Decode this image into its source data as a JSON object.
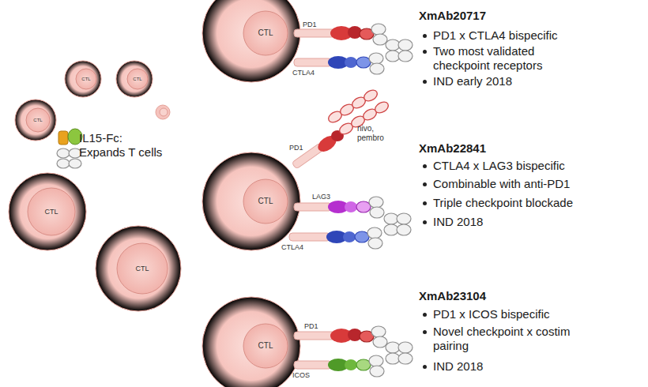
{
  "diagram": {
    "nodes": [
      {
        "text": [
          "CTL"
        ]
      },
      {
        "text": [
          "CTL"
        ]
      },
      {
        "text": [
          "CTL"
        ]
      },
      {
        "text": [
          "CTL"
        ]
      },
      {
        "text": [
          "CTL"
        ]
      },
      {
        "text": [
          "CTL"
        ]
      },
      {
        "text": [
          "CTL"
        ]
      },
      {
        "text": [
          "CTL"
        ]
      }
    ],
    "labels": [
      "PD1",
      "XmAb20717",
      "PD1 x CTLA4 bispecific",
      "Two most validated checkpoint receptors",
      "IND early 2018",
      "CTLA4",
      "IL15-Fc: Expands T cells",
      "nivo, pembro",
      "PD1",
      "XmAb22841",
      "CTLA4 x LAG3 bispecific",
      "Combinable with anti-PD1",
      "Triple checkpoint blockade",
      "IND 2018",
      "LAG3",
      "CTLA4",
      "PD1",
      "XmAb23104",
      "PD1 x ICOS bispecific",
      "Novel checkpoint x costim pairing",
      "IND 2018",
      "ICOS"
    ]
  }
}
